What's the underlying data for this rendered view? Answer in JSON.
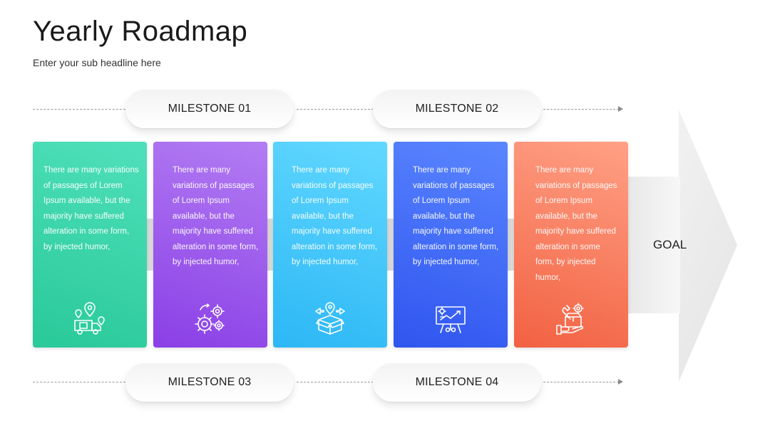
{
  "header": {
    "title": "Yearly Roadmap",
    "subtitle": "Enter your sub headline here"
  },
  "milestones": [
    {
      "label": "MILESTONE 01"
    },
    {
      "label": "MILESTONE 02"
    },
    {
      "label": "MILESTONE 03"
    },
    {
      "label": "MILESTONE 04"
    }
  ],
  "cards": [
    {
      "text": "There are many variations of passages of Lorem Ipsum available, but the majority have suffered alteration in some form, by injected humor,",
      "color_start": "#4fe0bb",
      "color_end": "#29c999",
      "icon": "delivery-truck-location-icon"
    },
    {
      "text": "There are many variations of passages of Lorem Ipsum available, but the majority have suffered alteration in some form, by injected humor,",
      "color_start": "#b37df3",
      "color_end": "#8a3fe6",
      "icon": "gears-icon"
    },
    {
      "text": "There are many variations of passages of Lorem Ipsum available, but the majority have suffered alteration in some form, by injected humor,",
      "color_start": "#62d8ff",
      "color_end": "#2cb7f5",
      "icon": "box-location-icon"
    },
    {
      "text": "There are many variations of passages of Lorem Ipsum available, but the majority have suffered alteration in some form, by injected humor,",
      "color_start": "#5a86ff",
      "color_end": "#2f55ef",
      "icon": "presentation-board-icon"
    },
    {
      "text": "There are many variations of passages of Lorem Ipsum available, but the majority have suffered alteration in some form, by injected humor,",
      "color_start": "#ffa085",
      "color_end": "#f26142",
      "icon": "hand-box-tools-icon"
    }
  ],
  "goal": {
    "label": "GOAL"
  }
}
